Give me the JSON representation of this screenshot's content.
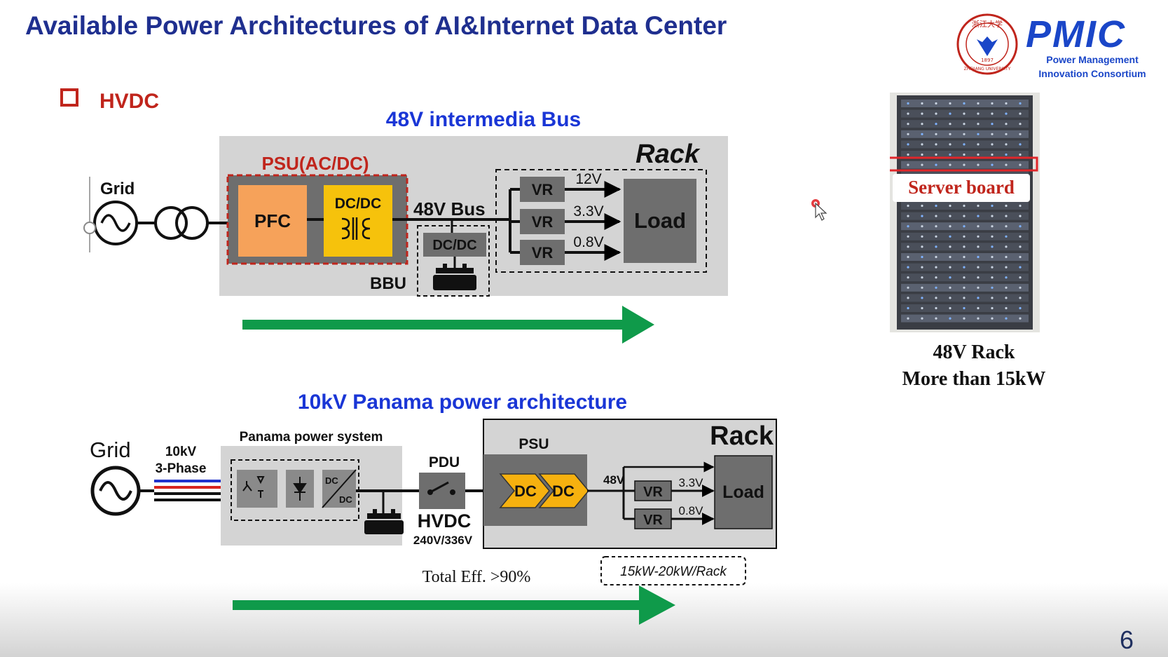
{
  "slide": {
    "title": "Available Power Architectures of AI&Internet Data Center",
    "section": "HVDC",
    "page_number": "6"
  },
  "logo": {
    "seal_top": "浙江大学",
    "seal_bottom": "ZHEJIANG UNIVERSITY",
    "seal_year": "1897",
    "brand": "PMIC",
    "tagline_line1": "Power Management",
    "tagline_line2": "Innovation Consortium"
  },
  "photo": {
    "label": "Server board",
    "caption_line1": "48V Rack",
    "caption_line2": "More than 15kW"
  },
  "diagram_top": {
    "heading": "48V intermedia Bus",
    "rack_label": "Rack",
    "psu_label": "PSU(AC/DC)",
    "grid_label": "Grid",
    "pfc_label": "PFC",
    "dcdc_label": "DC/DC",
    "bus_label": "48V Bus",
    "bbu_dcdc_label": "DC/DC",
    "bbu_label": "BBU",
    "vr_labels": [
      "VR",
      "VR",
      "VR"
    ],
    "voltages": [
      "12V",
      "3.3V",
      "0.8V"
    ],
    "load_label": "Load"
  },
  "diagram_bottom": {
    "heading": "10kV Panama power architecture",
    "grid_label": "Grid",
    "phase_line1": "10kV",
    "phase_line2": "3-Phase",
    "panama_label": "Panama power system",
    "converter_dc_top": "DC",
    "converter_dc_bottom": "DC",
    "pdu_label": "PDU",
    "hvdc_label": "HVDC",
    "hvdc_voltage": "240V/336V",
    "rack_label": "Rack",
    "psu_label": "PSU",
    "dc1_label": "DC",
    "dc2_label": "DC",
    "bus_label": "48V",
    "vr_labels": [
      "VR",
      "VR"
    ],
    "voltages": [
      "3.3V",
      "0.8V"
    ],
    "load_label": "Load",
    "efficiency": "Total Eff. >90%",
    "power_density": "15kW-20kW/Rack"
  },
  "colors": {
    "title_blue": "#1f2f8f",
    "heading_blue": "#1a36d6",
    "section_red": "#c0251c",
    "pfc_orange": "#f6a25a",
    "dcdc_yellow": "#f6c20c",
    "flow_green": "#0f9a4a",
    "gray_bg": "#d4d4d4",
    "dark_gray": "#6e6e6e"
  },
  "icons": {
    "ac_source": "ac-source-icon",
    "transformer": "transformer-icon",
    "battery": "battery-icon",
    "switch": "switch-icon",
    "cursor": "mouse-cursor-icon"
  }
}
